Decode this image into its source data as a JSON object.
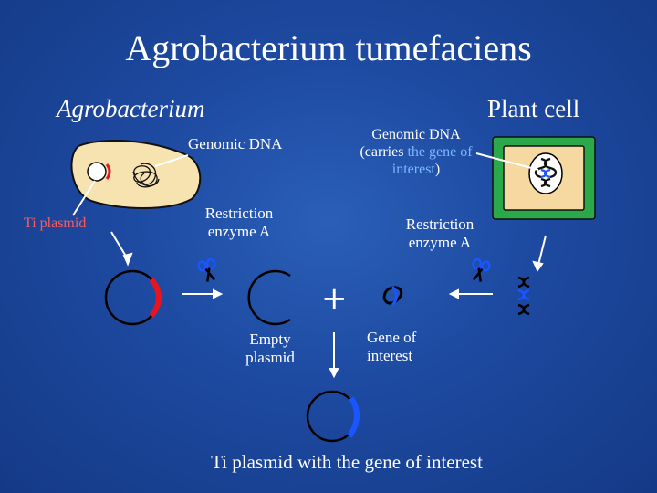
{
  "slide": {
    "title": "Agrobacterium tumefaciens",
    "left_heading": "Agrobacterium",
    "right_heading": "Plant cell",
    "bacterium_dna_label": "Genomic DNA",
    "plant_dna_label_line1": "Genomic DNA",
    "plant_dna_label_paren_open": "(carries ",
    "plant_dna_label_highlight": "the gene of",
    "plant_dna_label_line3": "interest",
    "plant_dna_label_paren_close": ")",
    "ti_plasmid_label": "Ti plasmid",
    "restriction_left": "Restriction enzyme A",
    "restriction_right": "Restriction enzyme A",
    "plus_sign": "+",
    "empty_plasmid_label": "Empty plasmid",
    "gene_label": "Gene of interest",
    "final_label": "Ti plasmid with the gene of interest"
  },
  "colors": {
    "background": "#1d49a0",
    "bacterium_fill": "#f7e3b0",
    "plant_wall": "#2aa84a",
    "plasmid_ring": "#000000",
    "ti_insert": "#e8141e",
    "gene_insert": "#1a56ff",
    "highlight_text": "#7ab8ff"
  },
  "icons": [
    "scissors-icon",
    "dna-tangle-icon",
    "plasmid-ring-icon",
    "arrow-icon"
  ]
}
